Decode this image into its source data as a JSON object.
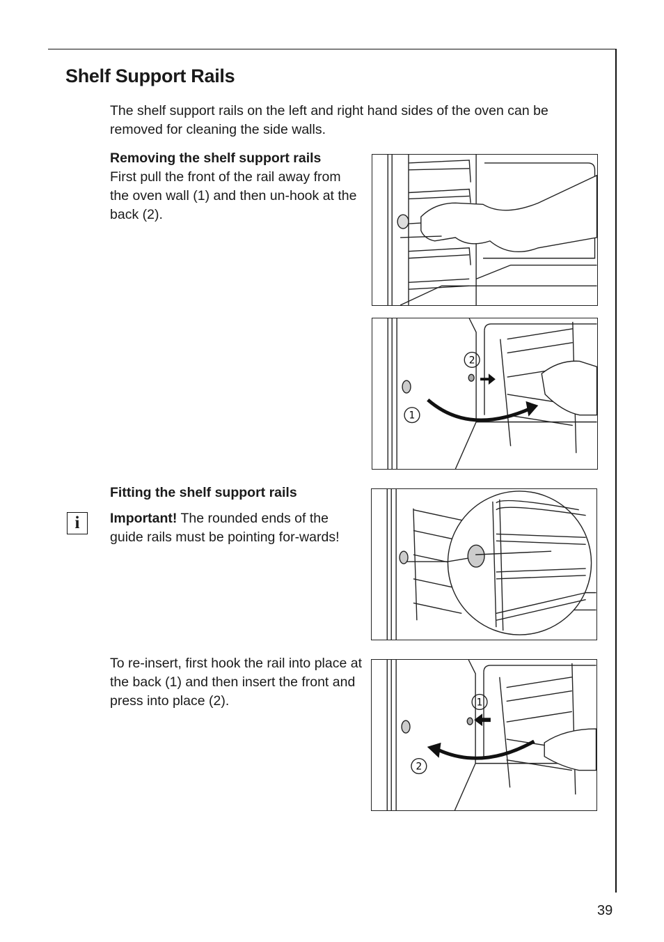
{
  "page": {
    "title": "Shelf Support Rails",
    "intro": "The shelf support rails on the left and right hand sides of the oven can be removed for cleaning the side walls.",
    "page_number": "39"
  },
  "removing": {
    "heading": "Removing the shelf support rails",
    "text": "First pull the front of the rail away from the oven wall (1) and then un-hook at the back (2)."
  },
  "fitting": {
    "heading": "Fitting the shelf support rails",
    "important_label": "Important!",
    "important_text": " The rounded ends of the guide rails must be pointing for-wards!",
    "icon": "info-icon",
    "icon_glyph": "i"
  },
  "reinsert": {
    "text": "To re-insert, first hook the rail into place at the back (1) and then insert the front and press into place (2)."
  },
  "figures": {
    "fig2": {
      "label_1": "1",
      "label_2": "2"
    },
    "fig4": {
      "label_1": "1",
      "label_2": "2"
    }
  }
}
